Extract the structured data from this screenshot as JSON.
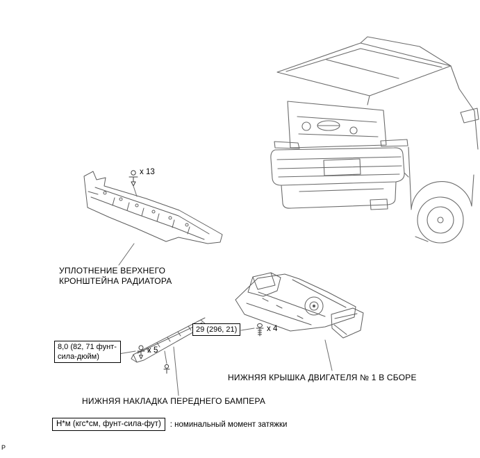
{
  "page": {
    "page_marker": "P"
  },
  "callouts": {
    "radiator_seal": {
      "label": "УПЛОТНЕНИЕ ВЕРХНЕГО\nКРОНШТЕЙНА РАДИАТОРА",
      "fastener_count": "x 13"
    },
    "engine_under_cover": {
      "label": "НИЖНЯЯ КРЫШКА ДВИГАТЕЛЯ № 1 В СБОРЕ",
      "fastener_count": "x 4",
      "torque_spec": "29 (296, 21)"
    },
    "bumper_lower_cover": {
      "label": "НИЖНЯЯ НАКЛАДКА ПЕРЕДНЕГО БАМПЕРА",
      "fastener_count": "x 5",
      "torque_spec": "8,0 (82, 71 фунт-сила-дюйм)"
    }
  },
  "legend": {
    "unit_box": "Н*м (кгс*см, фунт-сила-фут)",
    "description": ": номинальный момент затяжки"
  }
}
